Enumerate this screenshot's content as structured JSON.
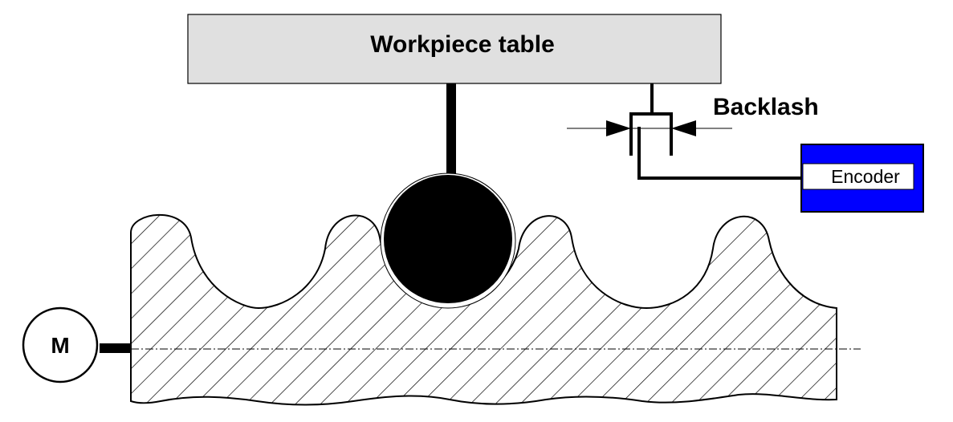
{
  "labels": {
    "table": "Workpiece table",
    "backlash": "Backlash",
    "encoder": "Encoder",
    "motor": "M"
  },
  "colors": {
    "table_fill": "#e0e0e0",
    "encoder_body": "#0000ff",
    "encoder_label_bg": "#ffffff",
    "ink": "#000000",
    "background": "#ffffff"
  }
}
